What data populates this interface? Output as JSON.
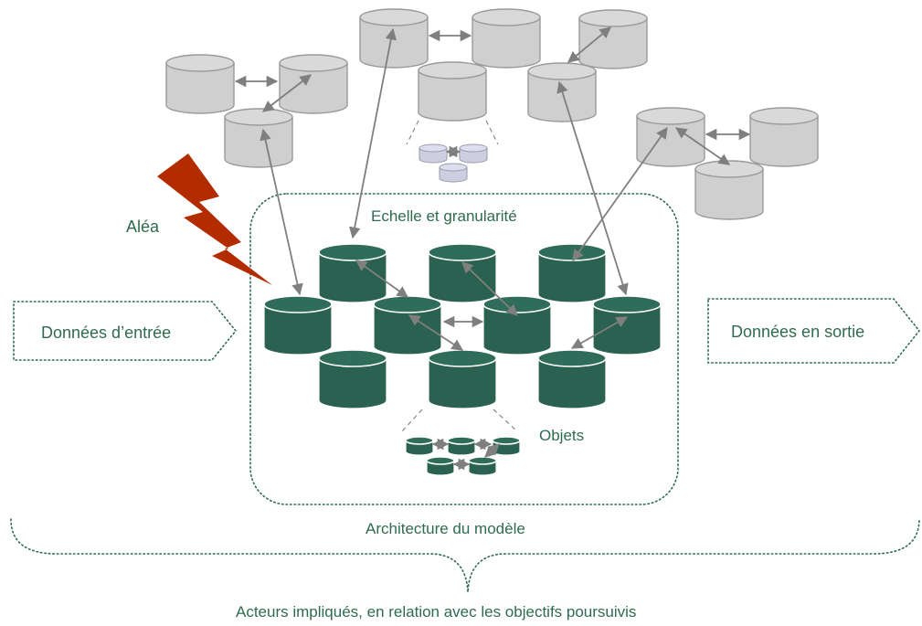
{
  "labels": {
    "alea": "Aléa",
    "echelle": "Echelle et granularité",
    "entree": "Données d’entrée",
    "sortie": "Données en sortie",
    "objets": "Objets",
    "architecture": "Architecture du modèle",
    "acteurs": "Acteurs impliqués, en relation avec les objectifs poursuivis"
  },
  "colors": {
    "accent": "#2f6b50",
    "node_green": "#2a6150",
    "node_gray": "#cfcfcf",
    "lightning": "#b32c00",
    "arrow": "#7f7f7f"
  }
}
